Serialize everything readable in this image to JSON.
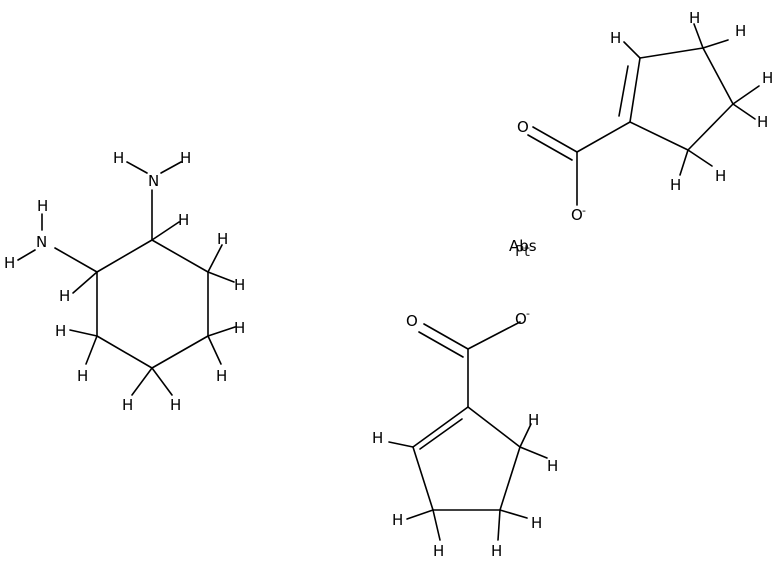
{
  "figure": {
    "background": "#ffffff",
    "line_color": "#000000",
    "chiral_flag": "Abs",
    "metal": "Pt"
  },
  "labels": {
    "H": "H",
    "N": "N",
    "O": "O",
    "minus": "-"
  },
  "molecules": [
    "1,2-diaminocyclohexane",
    "cyclopent-1-ene-1-carboxylate",
    "cyclopent-1-ene-1-carboxylate"
  ]
}
